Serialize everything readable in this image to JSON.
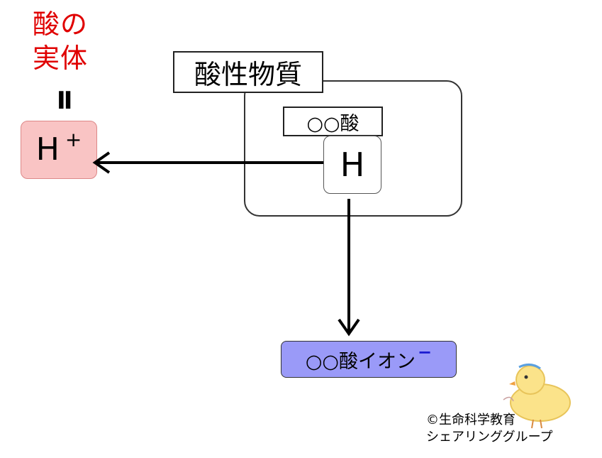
{
  "labels": {
    "acid_entity_line1": "酸の",
    "acid_entity_line2": "実体",
    "equal_symbol": "Ⅱ",
    "h_plus_main": "H",
    "h_plus_sup": "+",
    "acidic_substance": "酸性物質",
    "acid_name": "○○酸",
    "h_atom": "H",
    "acid_ion": "○○酸イオン",
    "ion_charge": "−"
  },
  "credit": {
    "line1": "©生命科学教育",
    "line2": "シェアリンググループ"
  },
  "colors": {
    "title_red": "#e00000",
    "hplus_fill": "#f9c4c4",
    "ion_fill": "#9a9af8",
    "charge_blue": "#1a1ad0"
  }
}
